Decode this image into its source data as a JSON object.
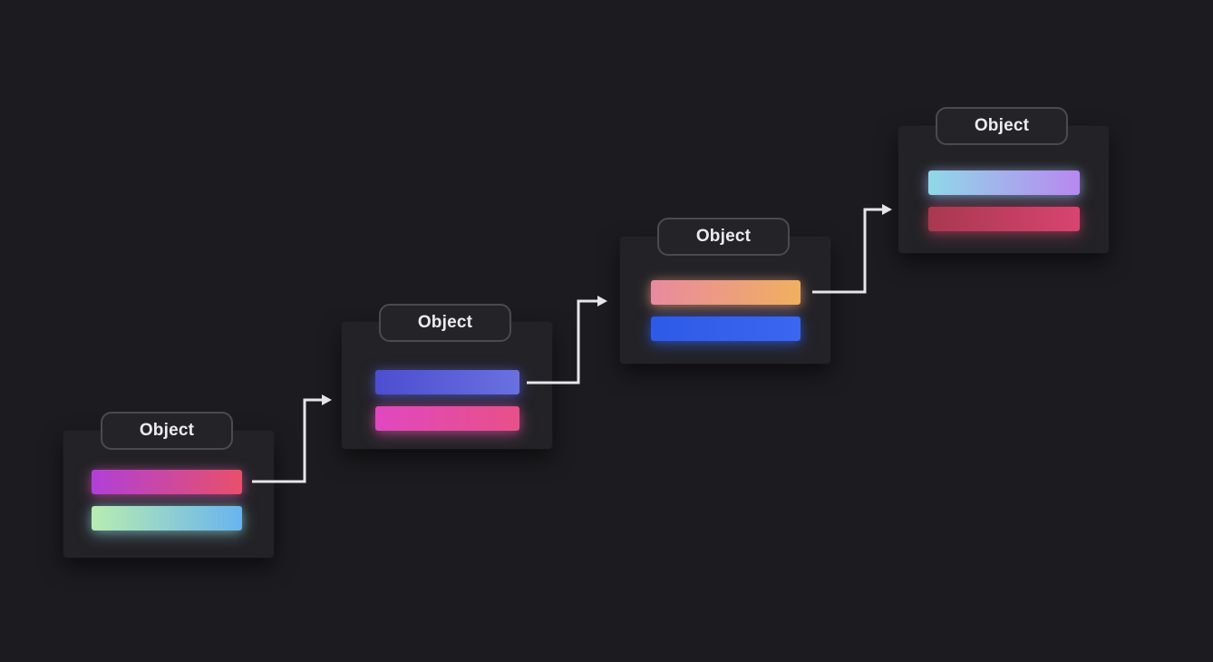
{
  "objects": [
    {
      "label": "Object",
      "bars": [
        {
          "gradient": [
            "#b040d8",
            "#e8506a"
          ],
          "glow": "#c850a8"
        },
        {
          "gradient": [
            "#b8ecb0",
            "#68b4f0"
          ],
          "glow": "#8ad0d8"
        }
      ]
    },
    {
      "label": "Object",
      "bars": [
        {
          "gradient": [
            "#4c4ed0",
            "#6a70e0"
          ],
          "glow": "#5a5ed8"
        },
        {
          "gradient": [
            "#e048c0",
            "#e85088"
          ],
          "glow": "#e050a8"
        }
      ]
    },
    {
      "label": "Object",
      "bars": [
        {
          "gradient": [
            "#e88aa0",
            "#f0b060"
          ],
          "glow": "#f0a080"
        },
        {
          "gradient": [
            "#2e5ae8",
            "#3a66f0"
          ],
          "glow": "#3460ee"
        }
      ]
    },
    {
      "label": "Object",
      "bars": [
        {
          "gradient": [
            "#90d8e8",
            "#b888f0"
          ],
          "glow": "#a0b0ec"
        },
        {
          "gradient": [
            "#a83850",
            "#d84470"
          ],
          "glow": "#c04060"
        }
      ]
    }
  ],
  "colors": {
    "background": "#1c1c20",
    "card": "#232327",
    "label_border": "#4a4a50",
    "label_text": "#ececee",
    "connector": "#e6e6e8"
  }
}
